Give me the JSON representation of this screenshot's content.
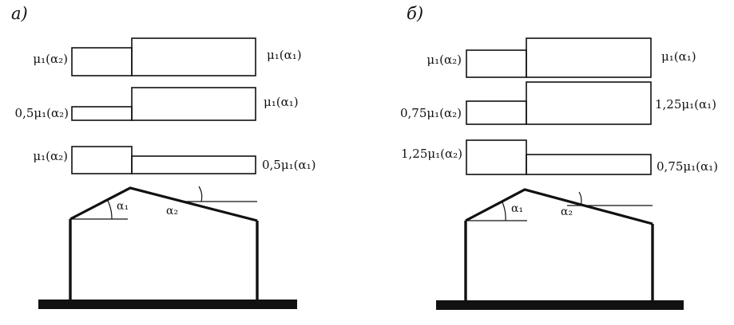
{
  "panels": [
    {
      "id": "a",
      "header": "a)",
      "diagrams": [
        {
          "left_label": "μ₁(α₂)",
          "right_label": "μ₁(α₁)"
        },
        {
          "left_label": "0,5μ₁(α₂)",
          "right_label": "μ₁(α₁)"
        },
        {
          "left_label": "μ₁(α₂)",
          "right_label": "0,5μ₁(α₁)"
        }
      ],
      "angle_left": "α₁",
      "angle_right": "α₂"
    },
    {
      "id": "b",
      "header": "б)",
      "diagrams": [
        {
          "left_label": "μ₁(α₂)",
          "right_label": "μ₁(α₁)"
        },
        {
          "left_label": "0,75μ₁(α₂)",
          "right_label": "1,25μ₁(α₁)"
        },
        {
          "left_label": "1,25μ₁(α₂)",
          "right_label": "0,75μ₁(α₁)"
        }
      ],
      "angle_left": "α₁",
      "angle_right": "α₂"
    }
  ]
}
